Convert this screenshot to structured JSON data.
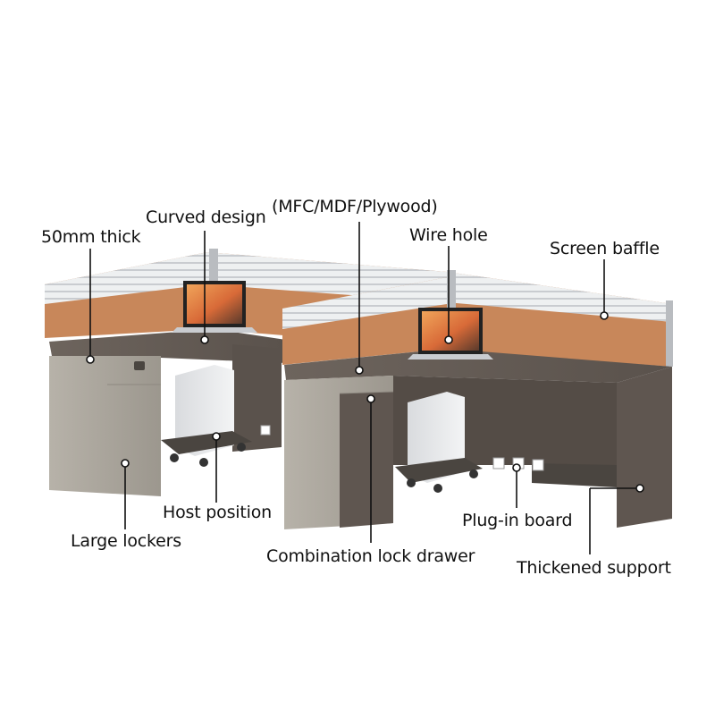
{
  "labels": {
    "thick": "50mm thick",
    "curved": "Curved design",
    "material": "(MFC/MDF/Plywood)",
    "wire_hole": "Wire hole",
    "screen_baffle": "Screen baffle",
    "host_position": "Host position",
    "large_lockers": "Large lockers",
    "lock_drawer": "Combination lock drawer",
    "plug_in": "Plug-in board",
    "support": "Thickened support"
  },
  "colors": {
    "desk_wood": "#5f5650",
    "cabinet": "#a8a39a",
    "panel_orange": "#c8875a",
    "frame_grey": "#b9bcc0"
  }
}
